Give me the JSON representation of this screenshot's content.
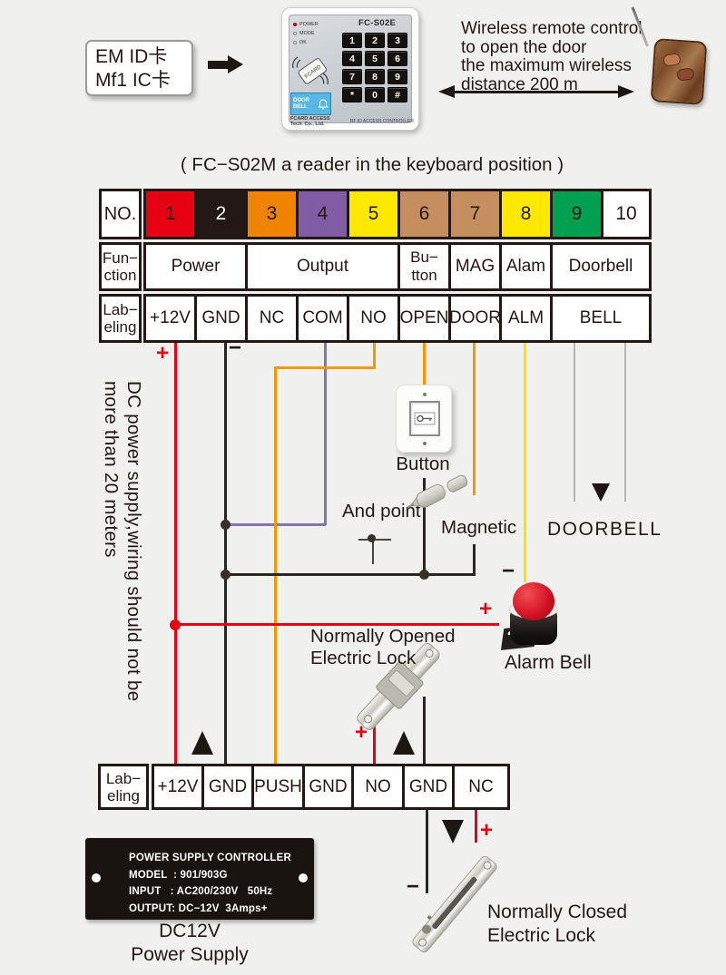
{
  "colors": {
    "background": "#f0f0ee",
    "ink": "#231815",
    "wire_red": "#e60012",
    "wire_black": "#2b2523",
    "wire_orange": "#f39800",
    "wire_purple": "#8274b5",
    "wire_yellow": "#ffe100",
    "wire_gray": "#b5b5b5"
  },
  "top": {
    "card_box": {
      "line1": "EM ID卡",
      "line2": "Mf1 IC卡"
    },
    "keypad": {
      "model": "FC-S02E",
      "leds": [
        "POWER",
        "MODE",
        "OK"
      ],
      "keys": [
        "1",
        "2",
        "3",
        "4",
        "5",
        "6",
        "7",
        "8",
        "9",
        "*",
        "0",
        "#"
      ],
      "card_label": "FCARD",
      "lcd": "DOOR\nBELL",
      "brand": "FCARD ACCESS\nTech. Co., Ltd.",
      "footer": "RF ID ACCESS CONTROLLER"
    },
    "wireless_note": "Wireless remote control\nto open the door\nthe maximum wireless\ndistance 200 m"
  },
  "caption": "( FC−S02M a reader in the keyboard position )",
  "pin_table": {
    "no_header": "NO.",
    "function_header": "Fun−\nction",
    "labeling_header": "Lab−\neling",
    "numbers": [
      {
        "label": "1",
        "bg": "#e60012",
        "fg": "#231815"
      },
      {
        "label": "2",
        "bg": "#231815",
        "fg": "#ffffff"
      },
      {
        "label": "3",
        "bg": "#f08300",
        "fg": "#231815"
      },
      {
        "label": "4",
        "bg": "#7f5ca4",
        "fg": "#231815"
      },
      {
        "label": "5",
        "bg": "#ffe800",
        "fg": "#231815"
      },
      {
        "label": "6",
        "bg": "#c48e5e",
        "fg": "#231815"
      },
      {
        "label": "7",
        "bg": "#c48e5e",
        "fg": "#231815"
      },
      {
        "label": "8",
        "bg": "#ffe800",
        "fg": "#231815"
      },
      {
        "label": "9",
        "bg": "#00a051",
        "fg": "#231815"
      },
      {
        "label": "10",
        "bg": "#ffffff",
        "fg": "#231815"
      }
    ],
    "functions": [
      "Power",
      "Output",
      "Bu−\ntton",
      "MAG",
      "Alam",
      "Doorbell"
    ],
    "labels": [
      "+12V",
      "GND",
      "NC",
      "COM",
      "NO",
      "OPEN",
      "DOOR",
      "ALM",
      "BELL"
    ]
  },
  "wiring": {
    "dc_note": "DC power supply,wiring should not be\nmore than 20 meters",
    "plus": "+",
    "minus": "−",
    "button": "Button",
    "and_point": "And point",
    "magnetic": "Magnetic",
    "doorbell": "DOORBELL",
    "alarm_bell": "Alarm Bell",
    "no_lock": "Normally Opened\nElectric Lock",
    "nc_lock": "Normally Closed\nElectric Lock"
  },
  "bottom_row": {
    "header": "Lab−\neling",
    "cells": [
      "+12V",
      "GND",
      "PUSH",
      "GND",
      "NO",
      "GND",
      "NC"
    ]
  },
  "psu": {
    "text": "POWER SUPPLY CONTROLLER\nMODEL  : 901/903G\nINPUT   : AC200/230V   50Hz\nOUTPUT: DC−12V  3Amps+",
    "caption": "DC12V\nPower Supply"
  }
}
